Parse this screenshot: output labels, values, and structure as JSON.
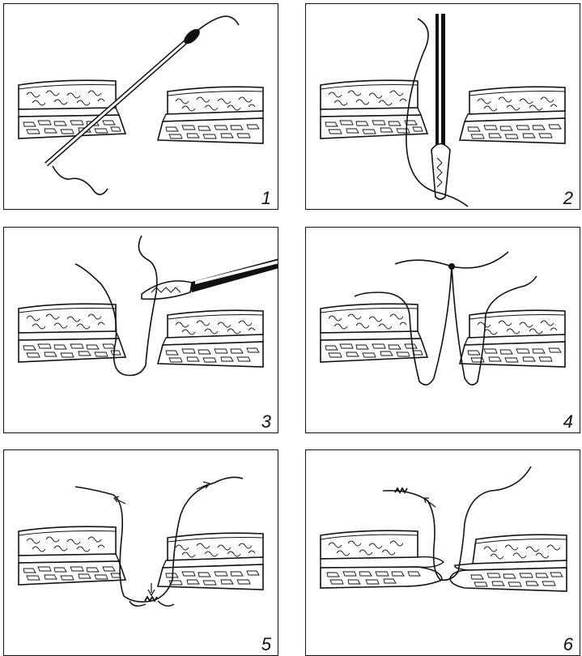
{
  "panels": [
    {
      "number": "1"
    },
    {
      "number": "2"
    },
    {
      "number": "3"
    },
    {
      "number": "4"
    },
    {
      "number": "5"
    },
    {
      "number": "6"
    }
  ],
  "colors": {
    "ink": "#111111",
    "background": "#ffffff"
  },
  "icons": [
    "needle-icon",
    "forceps-icon",
    "tissue-layer-icon",
    "knot-icon",
    "arrow-icon"
  ]
}
